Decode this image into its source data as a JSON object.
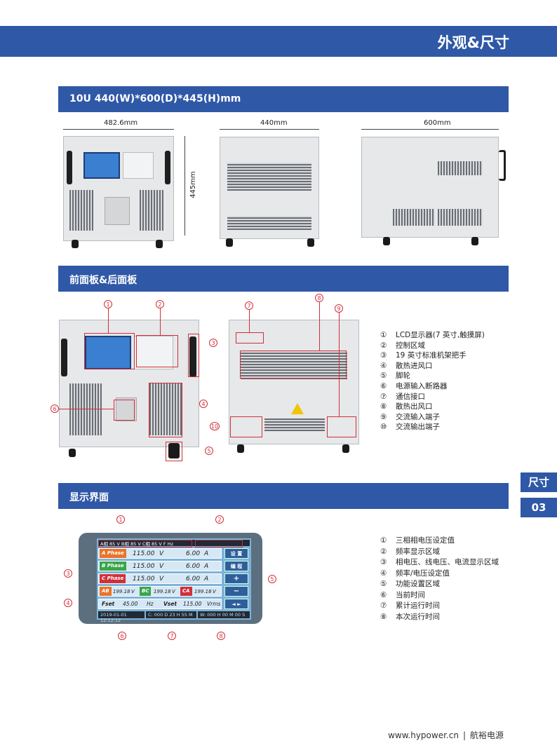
{
  "header": {
    "title": "外观&尺寸"
  },
  "section1": {
    "title": "10U 440(W)*600(D)*445(H)mm",
    "dims": {
      "front_width": "482.6mm",
      "height": "445mm",
      "side_width": "440mm",
      "depth": "600mm"
    }
  },
  "section2": {
    "title": "前面板&后面板",
    "legend": [
      {
        "num": "①",
        "text": "LCD显示器(7 英寸,触摸屏)"
      },
      {
        "num": "②",
        "text": "控制区域"
      },
      {
        "num": "③",
        "text": "19 英寸标准机架把手"
      },
      {
        "num": "④",
        "text": "散热进风口"
      },
      {
        "num": "⑤",
        "text": "脚轮"
      },
      {
        "num": "⑥",
        "text": "电源输入断路器"
      },
      {
        "num": "⑦",
        "text": "通信接口"
      },
      {
        "num": "⑧",
        "text": "散热出风口"
      },
      {
        "num": "⑨",
        "text": "交流输入端子"
      },
      {
        "num": "⑩",
        "text": "交流输出端子"
      }
    ]
  },
  "section3": {
    "title": "显示界面",
    "legend": [
      {
        "num": "①",
        "text": "三相相电压设定值"
      },
      {
        "num": "②",
        "text": "频率显示区域"
      },
      {
        "num": "③",
        "text": "相电压、线电压、电流显示区域"
      },
      {
        "num": "④",
        "text": "频率/电压设定值"
      },
      {
        "num": "⑤",
        "text": "功能设置区域"
      },
      {
        "num": "⑥",
        "text": "当前时间"
      },
      {
        "num": "⑦",
        "text": "累计运行时间"
      },
      {
        "num": "⑧",
        "text": "本次运行时间"
      }
    ],
    "screen": {
      "top_bar": [
        "A相",
        "85",
        "V",
        "B相",
        "85",
        "V",
        "C相",
        "85",
        "V",
        "F",
        "Hz"
      ],
      "rows": [
        {
          "tag": "A Phase",
          "voltage": "115.00",
          "vunit": "V",
          "current": "6.00",
          "cunit": "A",
          "color": "#e8742a"
        },
        {
          "tag": "B Phase",
          "voltage": "115.00",
          "vunit": "V",
          "current": "6.00",
          "cunit": "A",
          "color": "#3aa54a"
        },
        {
          "tag": "C Phase",
          "voltage": "115.00",
          "vunit": "V",
          "current": "6.00",
          "cunit": "A",
          "color": "#d0303a"
        }
      ],
      "line_voltages": [
        {
          "tag": "AB",
          "value": "199.18",
          "unit": "V",
          "color": "#e8742a"
        },
        {
          "tag": "BC",
          "value": "199.18",
          "unit": "V",
          "color": "#3aa54a"
        },
        {
          "tag": "CA",
          "value": "199.18",
          "unit": "V",
          "color": "#d0303a"
        }
      ],
      "set_row": {
        "f_label": "Fset",
        "f_value": "45.00",
        "f_unit": "Hz",
        "v_label": "Vset",
        "v_value": "115.00",
        "v_unit": "Vrms"
      },
      "buttons": [
        "设 置",
        "编 程",
        "+",
        "−",
        "◄ ►"
      ],
      "status": {
        "date": "2019-01-01 12:12:12",
        "c": "C: 000 D 23 H 55 M",
        "w": "W: 000 H 00 M 00 S"
      }
    }
  },
  "side_tab": {
    "label": "尺寸",
    "page": "03"
  },
  "footer": {
    "url": "www.hypower.cn",
    "brand": "航裕电源"
  },
  "colors": {
    "brand": "#2f58a6",
    "callout": "#d0303a"
  }
}
